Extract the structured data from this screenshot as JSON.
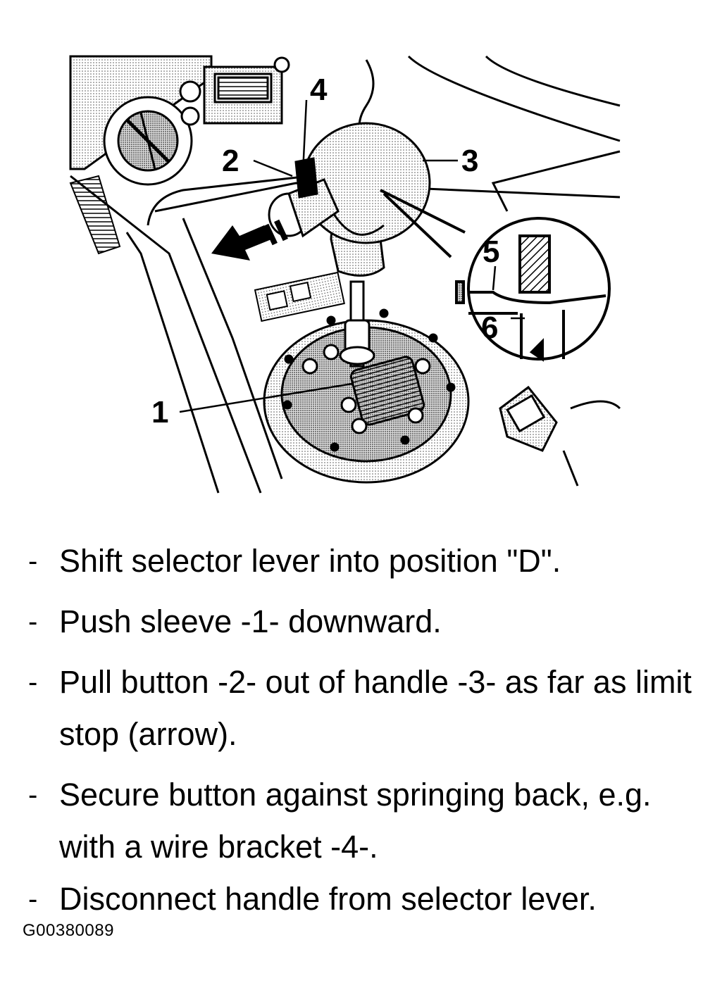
{
  "figure": {
    "callouts": [
      "1",
      "2",
      "3",
      "4",
      "5",
      "6"
    ]
  },
  "steps": [
    "Shift selector lever into position \"D\".",
    "Push sleeve -1- downward.",
    "Pull button -2- out of handle -3- as far as limit stop (arrow).",
    "Secure button against springing back, e.g. with a wire bracket -4-.",
    "Disconnect handle from selector lever."
  ],
  "bullet": "-",
  "figure_id": "G00380089"
}
